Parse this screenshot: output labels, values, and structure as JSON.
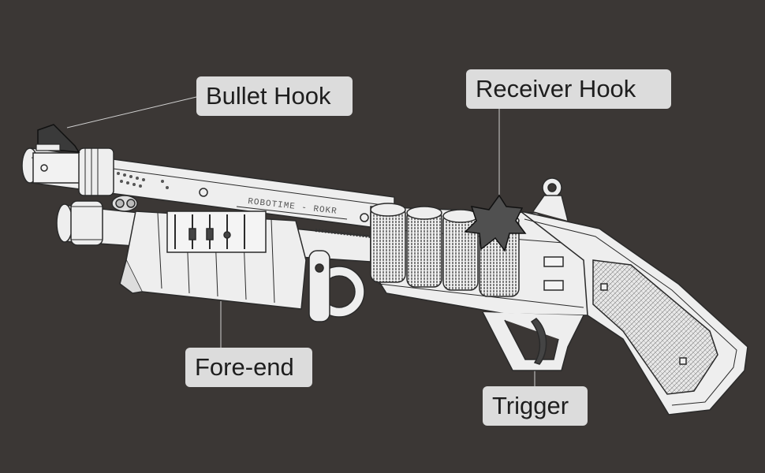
{
  "labels": {
    "bullet_hook": "Bullet Hook",
    "receiver_hook": "Receiver Hook",
    "fore_end": "Fore-end",
    "trigger": "Trigger"
  },
  "engraving": "ROBOTIME - ROKR",
  "colors": {
    "background": "#3b3735",
    "label_bg": "#dcdcdc",
    "label_text": "#1e1e1e",
    "wood": "#eeeeee",
    "outline": "#2a2a2a",
    "hook_dark": "#505050"
  }
}
